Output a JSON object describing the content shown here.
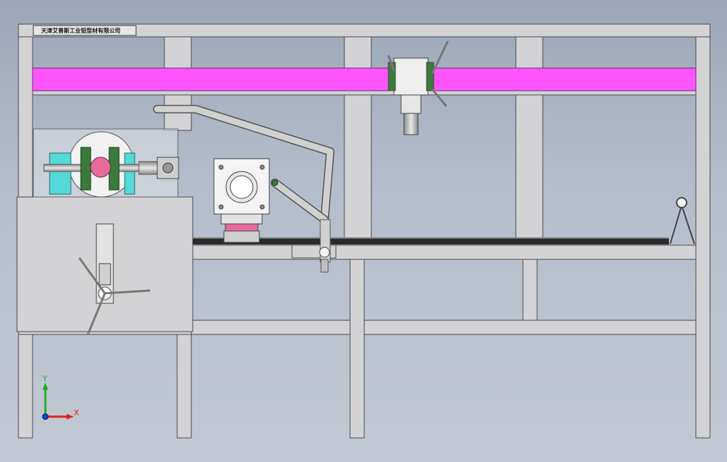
{
  "title_block": {
    "company": "天津艾普斯工业铝型材有限公司"
  },
  "axis_triad": {
    "x_label": "X",
    "y_label": "Y",
    "x_color": "#e02020",
    "y_color": "#20b020",
    "z_color": "#2040e0"
  },
  "colors": {
    "frame_fill": "#d3d3d6",
    "frame_stroke": "#4a4a4a",
    "highlight_beam": "#ff55ff",
    "cyan_part": "#55d8d8",
    "green_part": "#3a7a3a",
    "pink_part": "#e76b9a"
  },
  "icons": {
    "axis": "triad-axis-icon",
    "hinge": "hinge-icon"
  }
}
